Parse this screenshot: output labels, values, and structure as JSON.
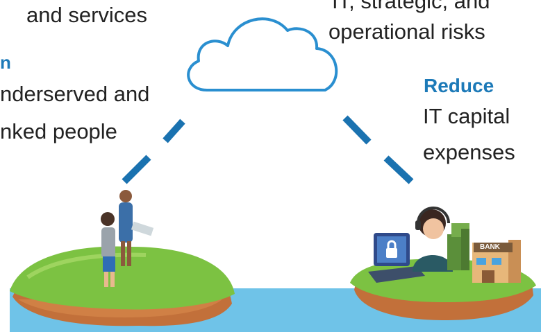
{
  "left_text": {
    "line1": "and services",
    "heading": "n",
    "line2": "nderserved and",
    "line3": "nked people"
  },
  "top_right_text": {
    "line1": "IT, strategic, and",
    "line2": "operational risks"
  },
  "right_text": {
    "heading": "Reduce",
    "line1": "IT capital",
    "line2": "expenses"
  },
  "bank_sign": "BANK",
  "colors": {
    "accent": "#1d7ab8",
    "cloud_stroke": "#2a8fd0",
    "water": "#6fc3e8",
    "grass": "#7cc242",
    "dirt": "#c2703a"
  }
}
